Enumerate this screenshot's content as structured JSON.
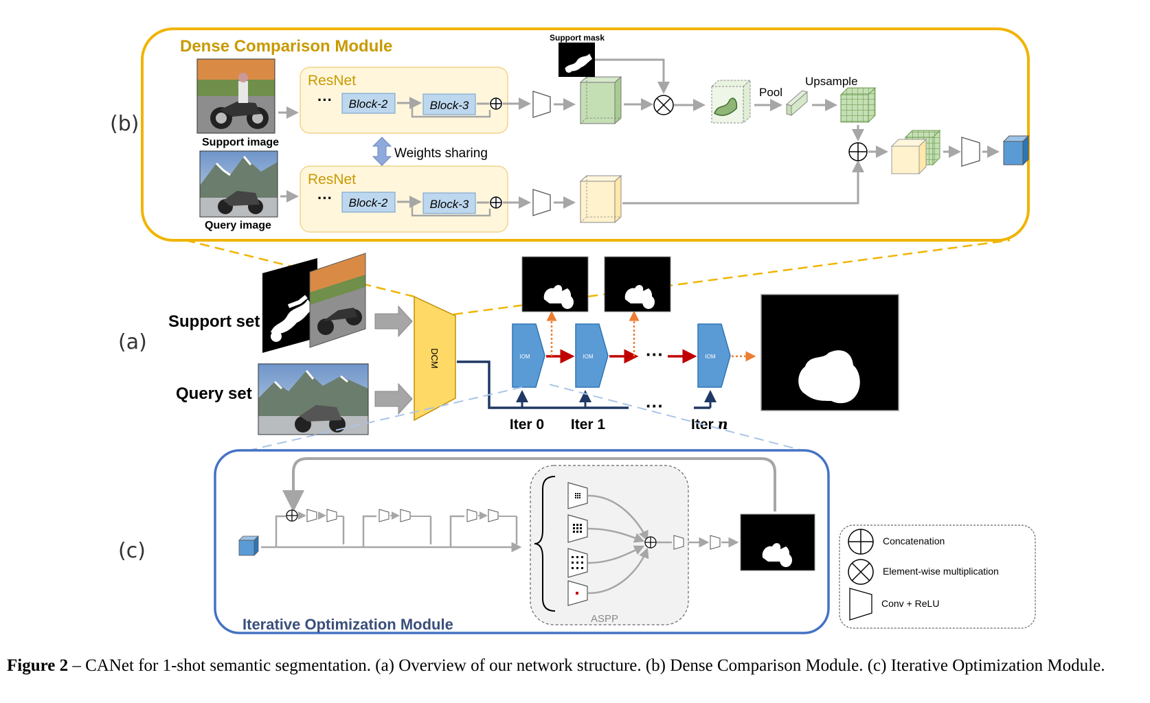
{
  "panel_b": {
    "letter": "(b)",
    "title": "Dense Comparison Module",
    "resnet_top": "ResNet",
    "resnet_bottom": "ResNet",
    "ellipsis": "···",
    "block2": "Block-2",
    "block3": "Block-3",
    "support_image_label": "Support image",
    "query_image_label": "Query image",
    "weights_sharing": "Weights sharing",
    "support_mask_label": "Support mask",
    "pool_label": "Pool",
    "upsample_label": "Upsample"
  },
  "panel_a": {
    "letter": "(a)",
    "support_set": "Support set",
    "query_set": "Query set",
    "dcm": "DCM",
    "iom": "IOM",
    "dots": "···",
    "iter0": "Iter 0",
    "iter1": "Iter 1",
    "itern_prefix": "Iter ",
    "itern_var": "n"
  },
  "panel_c": {
    "letter": "(c)",
    "title": "Iterative Optimization Module",
    "aspp": "ASPP"
  },
  "legend": {
    "concat": "Concatenation",
    "mult": "Element-wise multiplication",
    "conv": "Conv + ReLU"
  },
  "caption": {
    "figure": "Figure 2",
    "text": " – CANet for 1-shot semantic segmentation. (a) Overview of our network structure. (b) Dense Comparison Module. (c) Iterative Optimization Module."
  },
  "colors": {
    "dcm_border": "#f0b400",
    "dcm_title": "#c89a00",
    "iom_border": "#4472c4",
    "iom_title": "#3a4f7a",
    "iom_fill": "#5b9bd5",
    "red_arrow": "#c00000",
    "navy": "#1f3864",
    "orange_dots": "#ed7d31",
    "grey_arrow": "#a6a6a6"
  }
}
